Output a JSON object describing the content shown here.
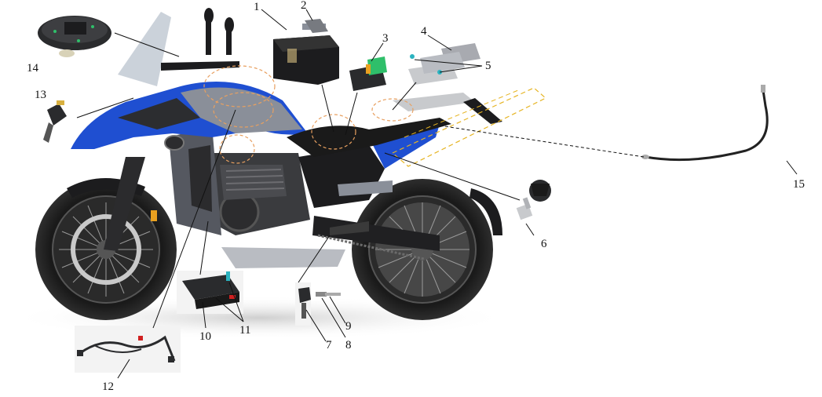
{
  "callouts": [
    {
      "id": "1",
      "label": "1"
    },
    {
      "id": "2",
      "label": "2"
    },
    {
      "id": "3",
      "label": "3"
    },
    {
      "id": "4",
      "label": "4"
    },
    {
      "id": "5",
      "label": "5"
    },
    {
      "id": "6",
      "label": "6"
    },
    {
      "id": "7",
      "label": "7"
    },
    {
      "id": "8",
      "label": "8"
    },
    {
      "id": "9",
      "label": "9"
    },
    {
      "id": "10",
      "label": "10"
    },
    {
      "id": "11",
      "label": "11"
    },
    {
      "id": "12",
      "label": "12"
    },
    {
      "id": "13",
      "label": "13"
    },
    {
      "id": "14",
      "label": "14"
    },
    {
      "id": "15",
      "label": "15"
    }
  ],
  "colors": {
    "body_blue": "#1f4fd1",
    "tank_grey": "#8a8f99",
    "dark": "#1c1c1e",
    "metal": "#b9bcc2",
    "highlight_orange": "#e8a060",
    "dash_yellow": "#e6b422",
    "connector_green": "#2fbf6a",
    "connector_teal": "#2bb3c0"
  }
}
